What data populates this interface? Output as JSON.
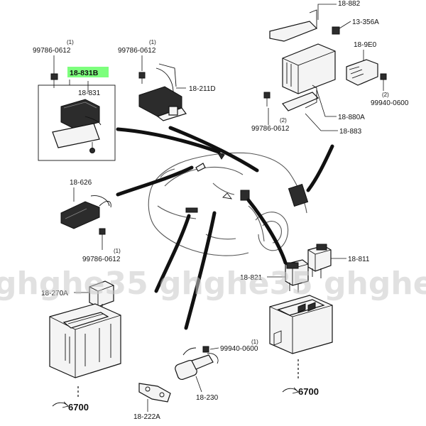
{
  "labels": {
    "p18_882": "18-882",
    "p13_356a": "13-356A",
    "p99786_tl": "99786-0612",
    "p99786_tl_q": "(1)",
    "p18_831b": "18-831B",
    "p18_831": "18-831",
    "p99786_tc": "99786-0612",
    "p99786_tc_q": "(1)",
    "p18_211d": "18-211D",
    "p18_9e0": "18-9E0",
    "p99940_r": "99940-0600",
    "p99940_r_q": "(2)",
    "p99786_r": "99786-0612",
    "p99786_r_q": "(2)",
    "p18_880a": "18-880A",
    "p18_883": "18-883",
    "p18_626": "18-626",
    "p99786_l": "99786-0612",
    "p99786_l_q": "(1)",
    "p18_811": "18-811",
    "p18_821": "18-821",
    "p18_270a": "18-270A",
    "p99940_b": "99940-0600",
    "p99940_b_q": "(1)",
    "p18_230": "18-230",
    "p18_222a": "18-222A",
    "ref_left": "6700",
    "ref_right": "6700"
  },
  "watermark": "ghghe35  ghghe35  ghghe35",
  "highlight_color": "#7dff7d"
}
